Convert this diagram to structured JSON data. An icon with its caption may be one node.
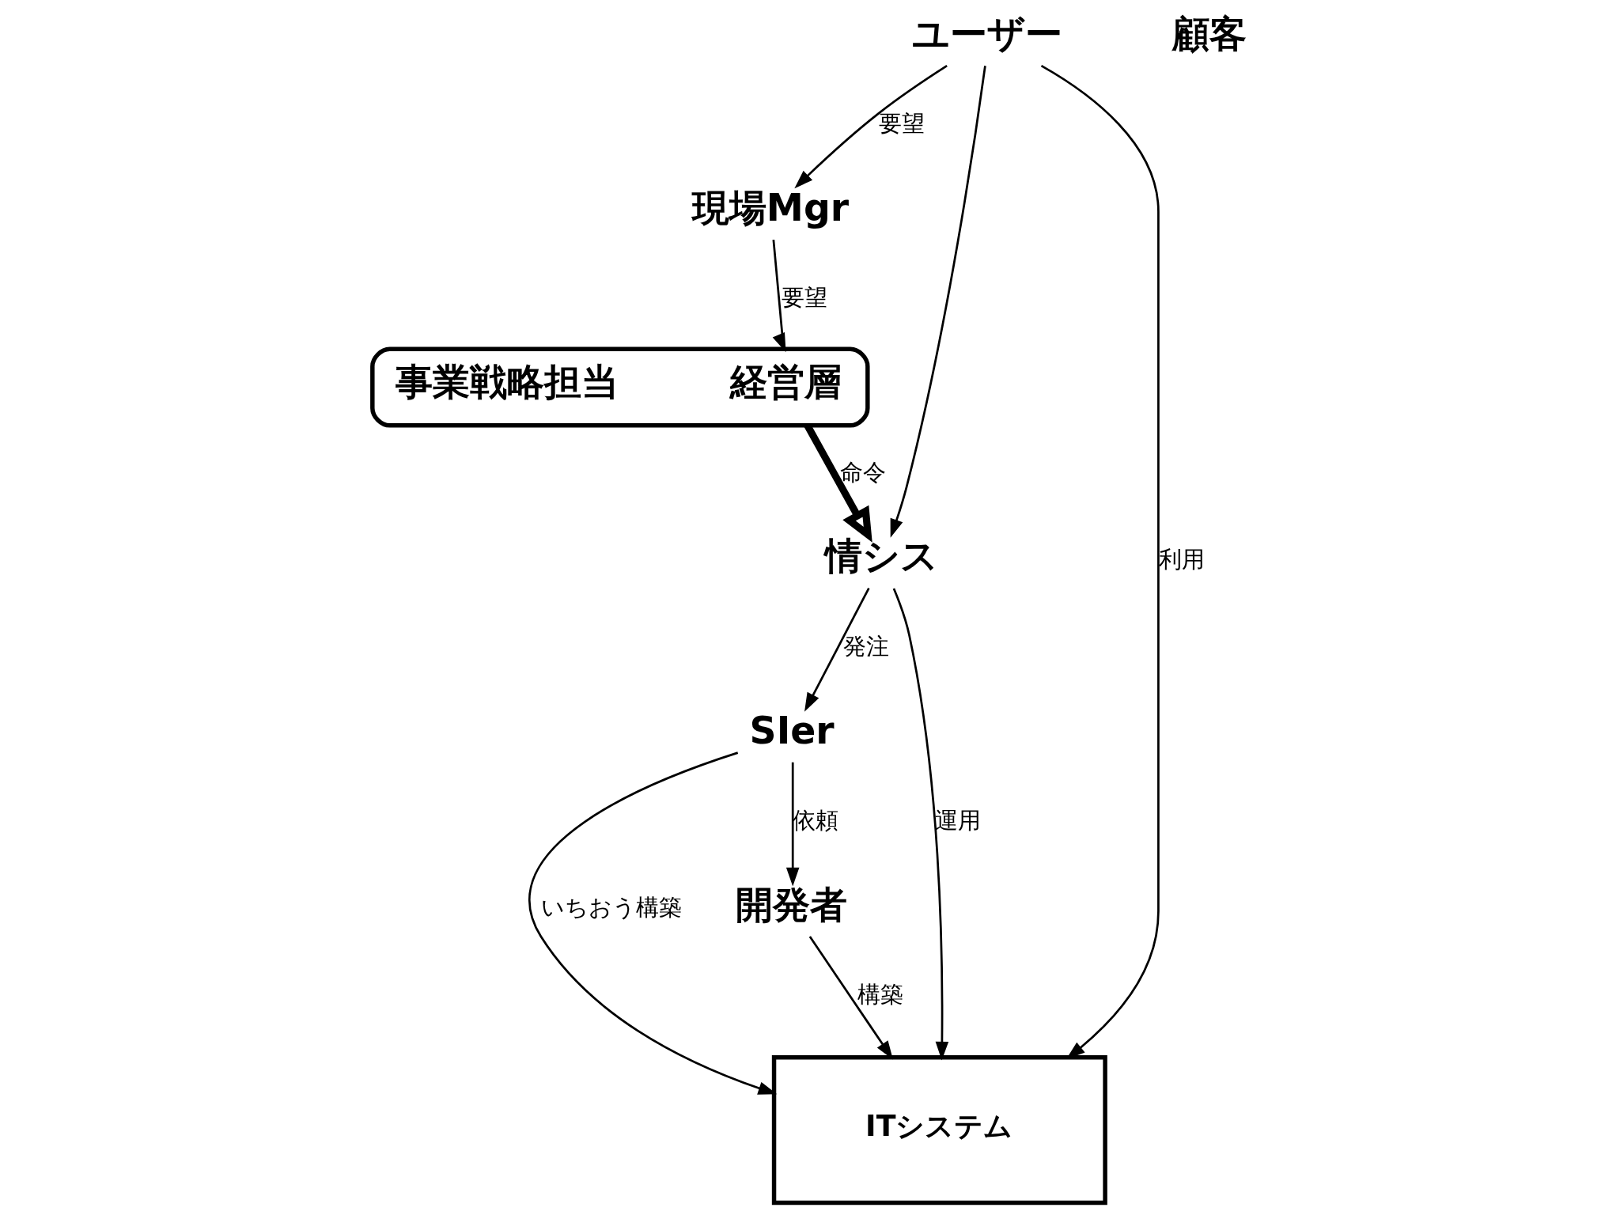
{
  "diagram": {
    "nodes": [
      {
        "text": [],
        "shape": "ellipse"
      },
      {
        "text": [
          "経営層"
        ],
        "in": 0
      },
      {
        "text": [
          "事業戦略担当"
        ],
        "in": 0
      },
      {
        "text": [
          "現場Mgr"
        ]
      },
      {
        "text": [
          "情シス"
        ]
      },
      {
        "text": [
          "SIer"
        ]
      },
      {
        "text": [
          "顧客"
        ]
      },
      {
        "text": [
          "ユーザー"
        ]
      },
      {
        "text": [
          "ITシステム"
        ]
      },
      {
        "text": [
          "開発者"
        ]
      }
    ],
    "edges": [
      {
        "from": 3,
        "to": 0,
        "arrow": "to",
        "label": "要望"
      },
      {
        "from": 7,
        "to": 3,
        "arrow": "to",
        "label": "要望"
      },
      {
        "from": 0,
        "to": 4,
        "arrow": "to",
        "label": "命令",
        "style": "thick"
      },
      {
        "from": 7,
        "to": 4,
        "arrow": "to"
      },
      {
        "from": 4,
        "to": 5,
        "arrow": "to",
        "label": "発注"
      },
      {
        "from": 4,
        "to": 8,
        "arrow": "to",
        "label": "運用"
      },
      {
        "from": 5,
        "to": 8,
        "arrow": "to",
        "label": "いちおう構築"
      },
      {
        "from": 5,
        "to": 9,
        "arrow": "to",
        "label": "依頼"
      },
      {
        "from": 7,
        "to": 8,
        "arrow": "to",
        "label": "利用"
      },
      {
        "from": 9,
        "to": 8,
        "arrow": "to",
        "label": "構築"
      }
    ]
  }
}
